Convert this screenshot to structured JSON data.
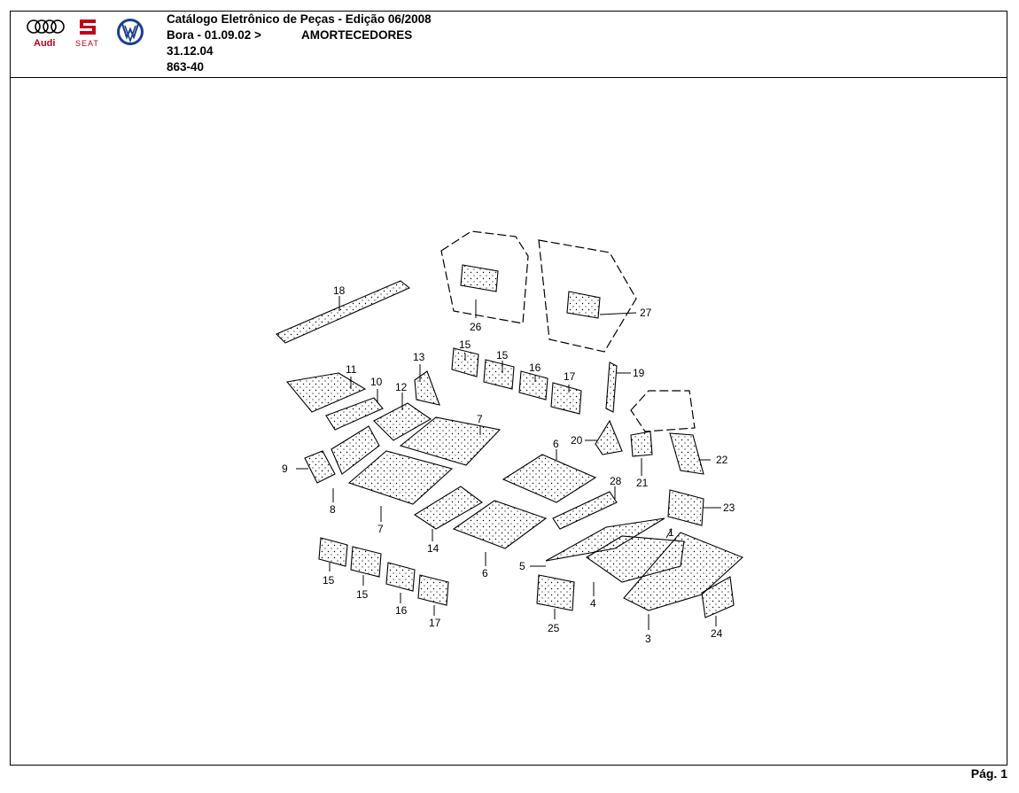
{
  "header": {
    "title": "Catálogo Eletrônico de Peças - Edição 06/2008",
    "model": "Bora - 01.09.02 >",
    "model_end": "31.12.04",
    "section": "AMORTECEDORES",
    "code": "863-40"
  },
  "logos": {
    "audi": "Audi",
    "seat": "SEAT",
    "vw": "VW"
  },
  "diagram": {
    "callouts": [
      "18",
      "26",
      "27",
      "15",
      "15",
      "16",
      "17",
      "19",
      "11",
      "10",
      "12",
      "13",
      "7",
      "9",
      "8",
      "7",
      "14",
      "6",
      "20",
      "21",
      "22",
      "28",
      "6",
      "5",
      "1",
      "4",
      "23",
      "15",
      "15",
      "16",
      "17",
      "25",
      "3",
      "24"
    ]
  },
  "footer": {
    "page": "Pág. 1"
  },
  "colors": {
    "line": "#000000",
    "background": "#ffffff"
  }
}
